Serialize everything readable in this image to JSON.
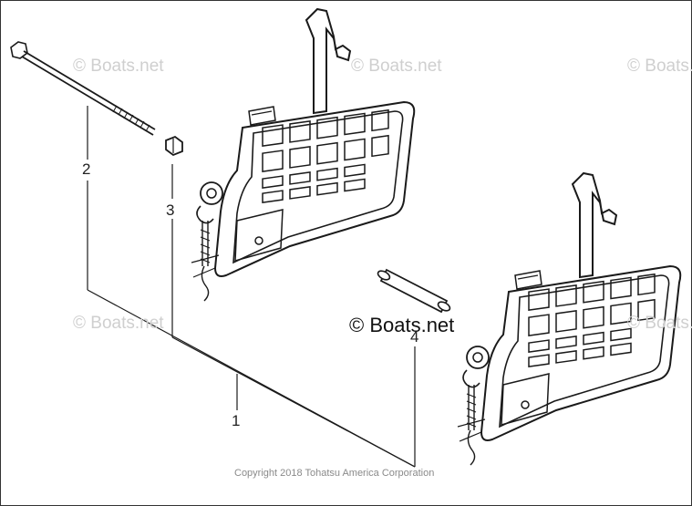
{
  "watermarks": {
    "small": "© Boats.net",
    "main": "© Boats.net"
  },
  "callouts": {
    "c1": "1",
    "c2": "2",
    "c3": "3",
    "c4": "4"
  },
  "copyright": "Copyright 2018 Tohatsu America Corporation"
}
